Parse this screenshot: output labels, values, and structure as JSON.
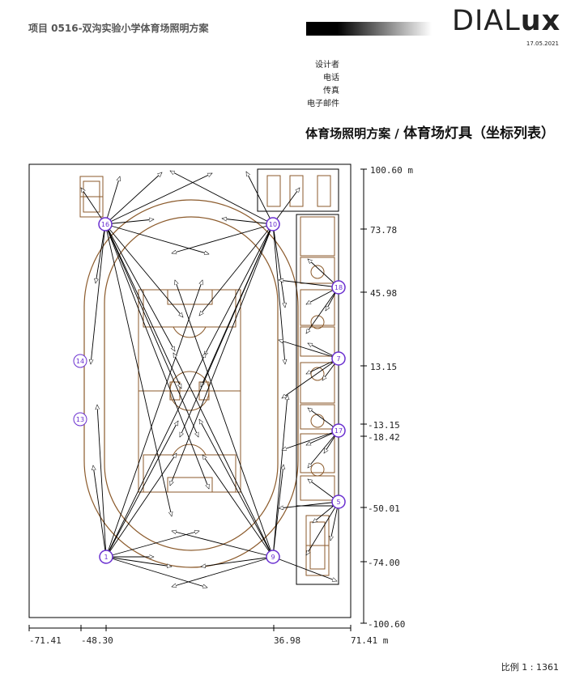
{
  "header": {
    "project": "项目 0516-双沟实验小学体育场照明方案",
    "brand_regular": "DIAL",
    "brand_bold": "ux",
    "date": "17.05.2021"
  },
  "contact": {
    "designer": "设计者",
    "phone": "电话",
    "fax": "传真",
    "email": "电子邮件"
  },
  "page": {
    "heading_main": "体育场照明方案 / ",
    "heading_sub": "体育场灯具（坐标列表）",
    "scale": "比例 1 : 1361"
  },
  "axes": {
    "y_labels": [
      "100.60 m",
      "73.78",
      "45.98",
      "13.15",
      "-13.15",
      "-18.42",
      "-50.01",
      "-74.00",
      "-100.60"
    ],
    "x_labels": [
      "-71.41",
      "-48.30",
      "36.98",
      "71.41 m"
    ]
  },
  "poles": [
    "16",
    "10",
    "18",
    "7",
    "17",
    "5",
    "14",
    "13",
    "1",
    "9"
  ],
  "colors": {
    "track": "#8b5a2b",
    "pole": "#6a2fd0",
    "aim": "#000000"
  }
}
